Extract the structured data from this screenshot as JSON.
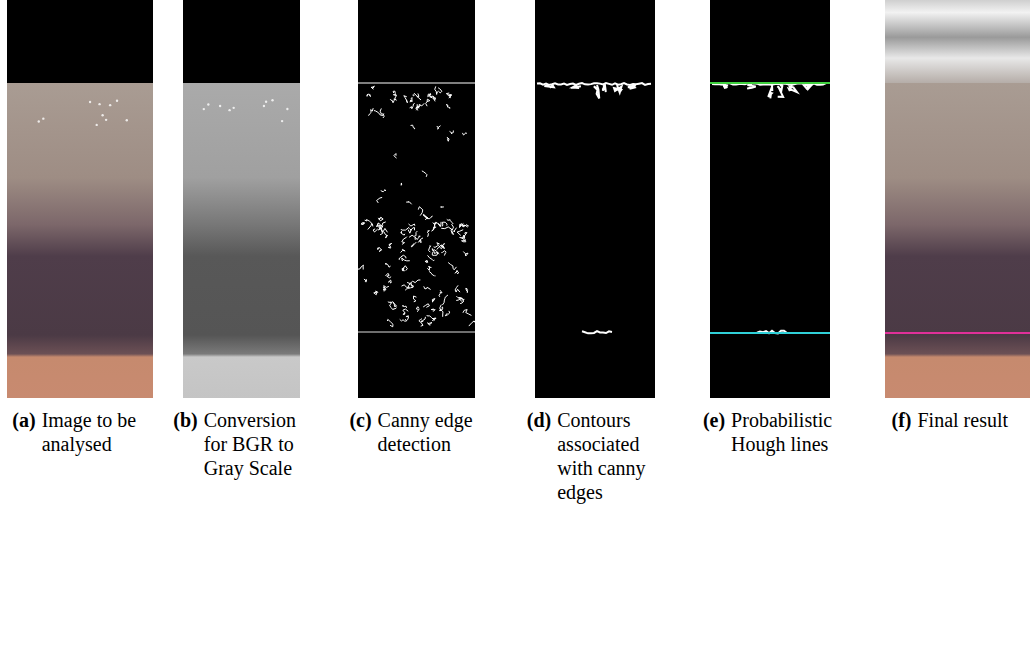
{
  "diagram": {
    "labels": [
      "(a)",
      "Image to be analysed",
      "(b)",
      "Conversion for BGR to Gray Scale",
      "(c)",
      "Canny edge detection",
      "(d)",
      "Contours associated with canny edges",
      "(e)",
      "Probabilistic Hough lines",
      "(f)",
      "Final result"
    ]
  }
}
